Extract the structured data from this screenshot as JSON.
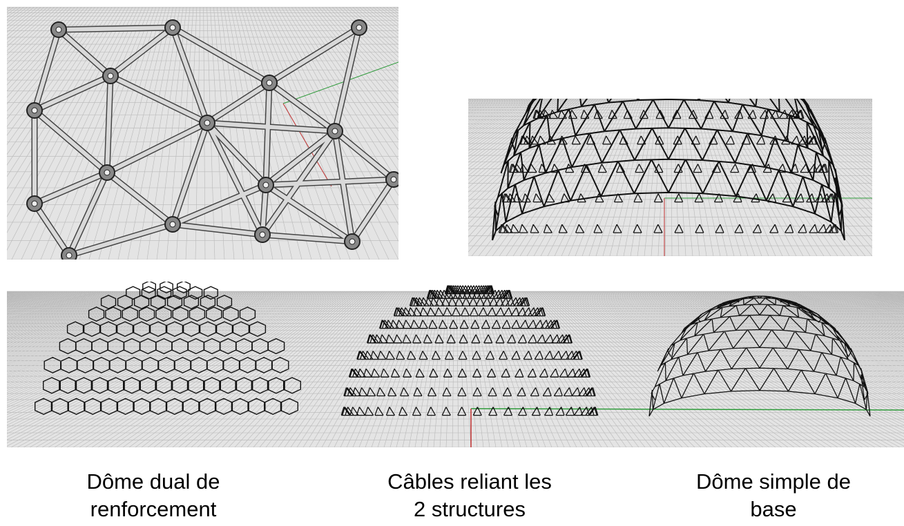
{
  "captions": {
    "dual": {
      "line1": "Dôme dual de",
      "line2": "renforcement"
    },
    "cables": {
      "line1": "Câbles reliant les",
      "line2": "2 structures"
    },
    "simple": {
      "line1": "Dôme simple de",
      "line2": "base"
    }
  },
  "colors": {
    "background": "#ffffff",
    "grid": "#b8b8b8",
    "floor": "#e4e4e4",
    "structure": "#111111",
    "axis_green": "#2e9a3a",
    "axis_red": "#c03030",
    "strut": "#d9d9d9"
  },
  "icons": [
    "node-joint-icon"
  ]
}
